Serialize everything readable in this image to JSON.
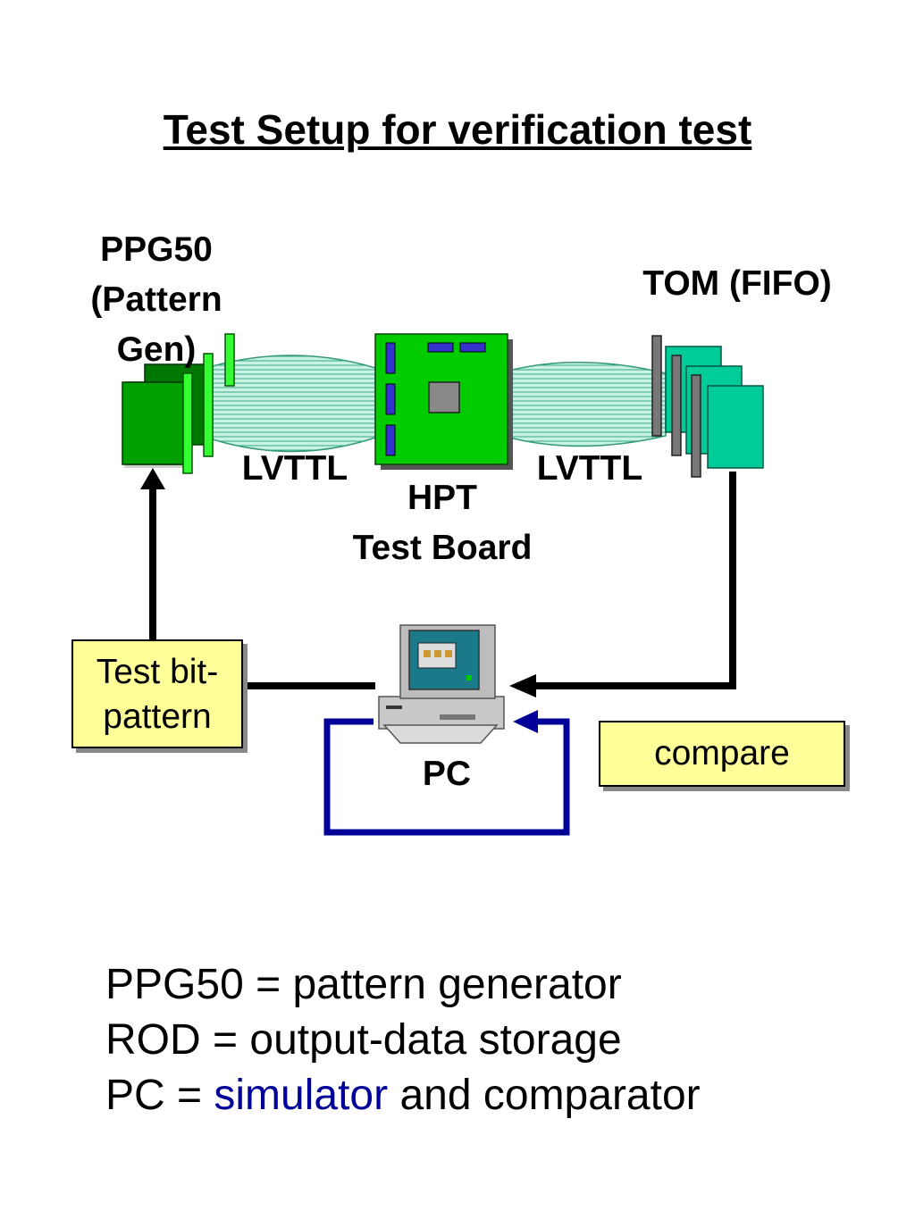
{
  "title": "Test Setup for verification test",
  "labels": {
    "ppg50_line1": "PPG50",
    "ppg50_line2": "(Pattern",
    "ppg50_line3": "Gen)",
    "tom": "TOM (FIFO)",
    "lvttl_left": "LVTTL",
    "lvttl_right": "LVTTL",
    "hpt_line1": "HPT",
    "hpt_line2": "Test Board",
    "pc": "PC"
  },
  "boxes": {
    "test_bit_line1": "Test bit-",
    "test_bit_line2": "pattern",
    "compare": "compare"
  },
  "legend": {
    "line1": "PPG50 = pattern generator",
    "line2": "ROD = output-data storage",
    "line3_prefix": "PC = ",
    "line3_highlight": "simulator",
    "line3_suffix": " and comparator"
  },
  "colors": {
    "ppg_green": "#009900",
    "board_green": "#00cc00",
    "tom_teal": "#00cc99",
    "cable_teal": "#99e6cc",
    "loop_blue": "#000099",
    "note_yellow": "#ffff99"
  }
}
